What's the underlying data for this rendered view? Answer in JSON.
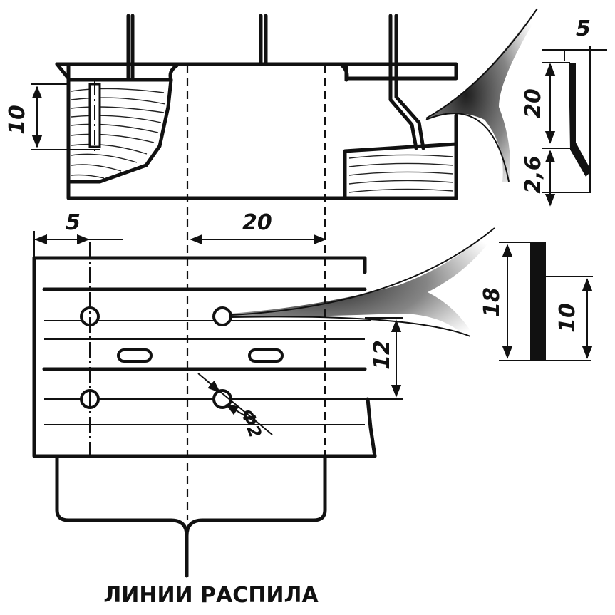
{
  "diagram": {
    "caption": "ЛИНИИ РАСПИЛА",
    "dimensions": {
      "top_depth": "10",
      "top_profile_width": "5",
      "top_profile_height": "20",
      "top_profile_bend": "2,6",
      "bottom_left_offset": "5",
      "bottom_spacing": "20",
      "bottom_row_gap": "12",
      "hole_diameter": "Ф2",
      "right_profile_total": "18",
      "right_profile_partial": "10"
    }
  }
}
